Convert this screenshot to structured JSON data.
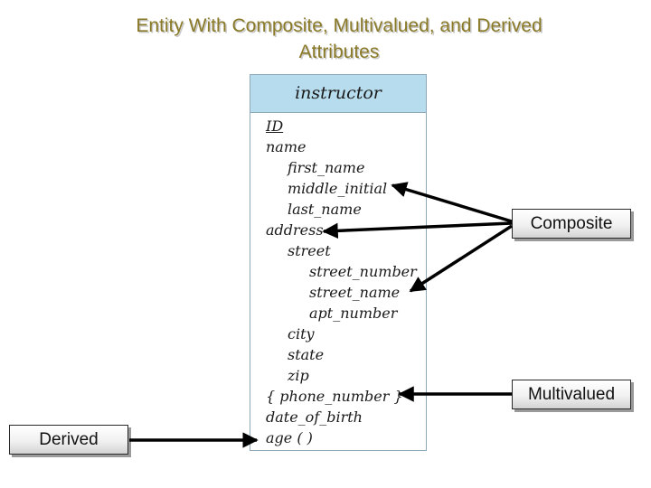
{
  "title": {
    "line1": "Entity With Composite, Multivalued, and Derived",
    "line2": "Attributes"
  },
  "entity": {
    "name": "instructor",
    "attributes": [
      {
        "text": "ID",
        "level": 0,
        "key": true
      },
      {
        "text": "name",
        "level": 0
      },
      {
        "text": "first_name",
        "level": 1
      },
      {
        "text": "middle_initial",
        "level": 1
      },
      {
        "text": "last_name",
        "level": 1
      },
      {
        "text": "address",
        "level": 0
      },
      {
        "text": "street",
        "level": 1
      },
      {
        "text": "street_number",
        "level": 2
      },
      {
        "text": "street_name",
        "level": 2
      },
      {
        "text": "apt_number",
        "level": 2
      },
      {
        "text": "city",
        "level": 1
      },
      {
        "text": "state",
        "level": 1
      },
      {
        "text": "zip",
        "level": 1
      },
      {
        "text": "{ phone_number }",
        "level": 0
      },
      {
        "text": "date_of_birth",
        "level": 0
      },
      {
        "text": "age ( )",
        "level": 0
      }
    ]
  },
  "labels": {
    "composite": "Composite",
    "multivalued": "Multivalued",
    "derived": "Derived"
  },
  "colors": {
    "header_fill": "#b7dcee",
    "title_text": "#8a7a28",
    "arrow": "#000000"
  }
}
